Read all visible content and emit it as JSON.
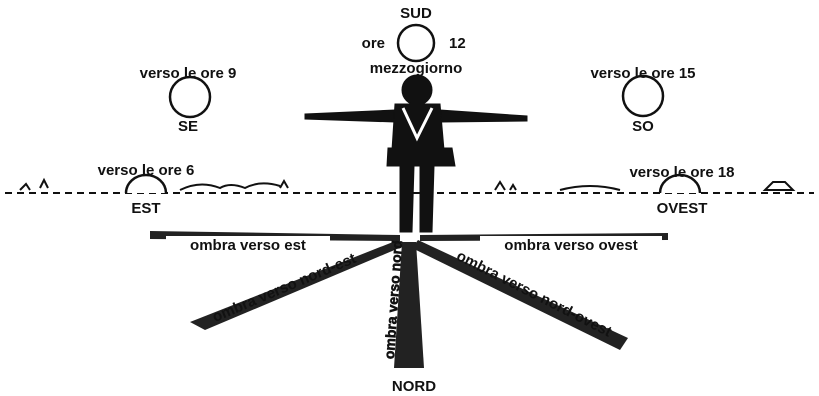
{
  "labels": {
    "south": "SUD",
    "noon_left": "ore",
    "noon_right": "12",
    "noon": "mezzogiorno",
    "h9": "verso le ore 9",
    "se": "SE",
    "h15": "verso le ore 15",
    "so": "SO",
    "h6": "verso le ore 6",
    "east": "EST",
    "h18": "verso le ore 18",
    "west": "OVEST",
    "shadow_east": "ombra verso est",
    "shadow_west": "ombra verso ovest",
    "shadow_ne": "ombra verso nord-est",
    "shadow_n": "ombra verso nord",
    "shadow_nw": "ombra verso nord-ovest",
    "north": "NORD"
  },
  "colors": {
    "ink": "#111111",
    "paper": "#ffffff"
  }
}
